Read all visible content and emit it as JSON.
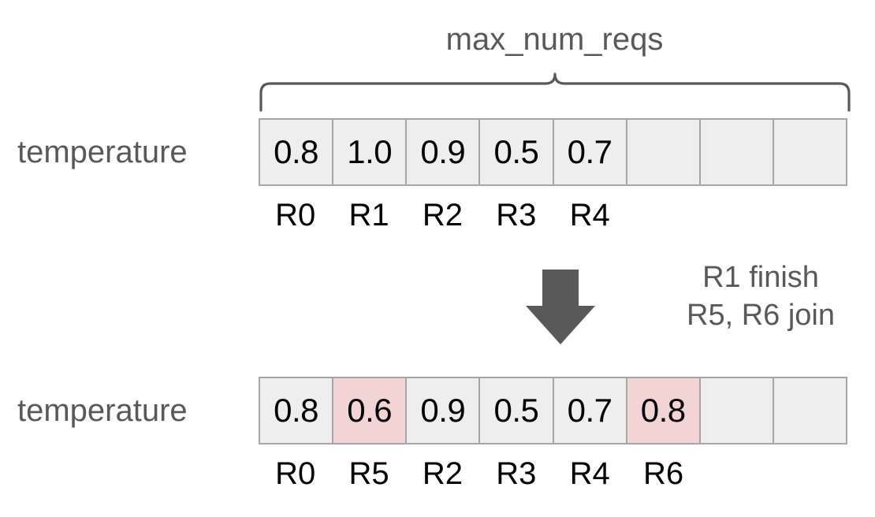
{
  "diagram": {
    "brace_caption": "max_num_reqs",
    "row_label_top": "temperature",
    "row_label_bottom": "temperature",
    "colors": {
      "cell_fill": "#eeeeee",
      "cell_border": "#a6a6a6",
      "highlight_fill": "#f2d4d4",
      "text_gray": "#595959",
      "text_black": "#000000",
      "arrow_fill": "#595959",
      "background": "#ffffff"
    },
    "transition_note": {
      "line1": "R1 finish",
      "line2": "R5, R6 join"
    },
    "arrow_icon": "arrow-down-icon",
    "brace_icon": "curly-brace-icon",
    "slot_count": 8,
    "rows": [
      {
        "name": "before",
        "slots": [
          {
            "value": "0.8",
            "request_id": "R0",
            "highlight": false,
            "empty": false
          },
          {
            "value": "1.0",
            "request_id": "R1",
            "highlight": false,
            "empty": false
          },
          {
            "value": "0.9",
            "request_id": "R2",
            "highlight": false,
            "empty": false
          },
          {
            "value": "0.5",
            "request_id": "R3",
            "highlight": false,
            "empty": false
          },
          {
            "value": "0.7",
            "request_id": "R4",
            "highlight": false,
            "empty": false
          },
          {
            "value": "",
            "request_id": "",
            "highlight": false,
            "empty": true
          },
          {
            "value": "",
            "request_id": "",
            "highlight": false,
            "empty": true
          },
          {
            "value": "",
            "request_id": "",
            "highlight": false,
            "empty": true
          }
        ]
      },
      {
        "name": "after",
        "slots": [
          {
            "value": "0.8",
            "request_id": "R0",
            "highlight": false,
            "empty": false
          },
          {
            "value": "0.6",
            "request_id": "R5",
            "highlight": true,
            "empty": false
          },
          {
            "value": "0.9",
            "request_id": "R2",
            "highlight": false,
            "empty": false
          },
          {
            "value": "0.5",
            "request_id": "R3",
            "highlight": false,
            "empty": false
          },
          {
            "value": "0.7",
            "request_id": "R4",
            "highlight": false,
            "empty": false
          },
          {
            "value": "0.8",
            "request_id": "R6",
            "highlight": true,
            "empty": false
          },
          {
            "value": "",
            "request_id": "",
            "highlight": false,
            "empty": true
          },
          {
            "value": "",
            "request_id": "",
            "highlight": false,
            "empty": true
          }
        ]
      }
    ]
  }
}
